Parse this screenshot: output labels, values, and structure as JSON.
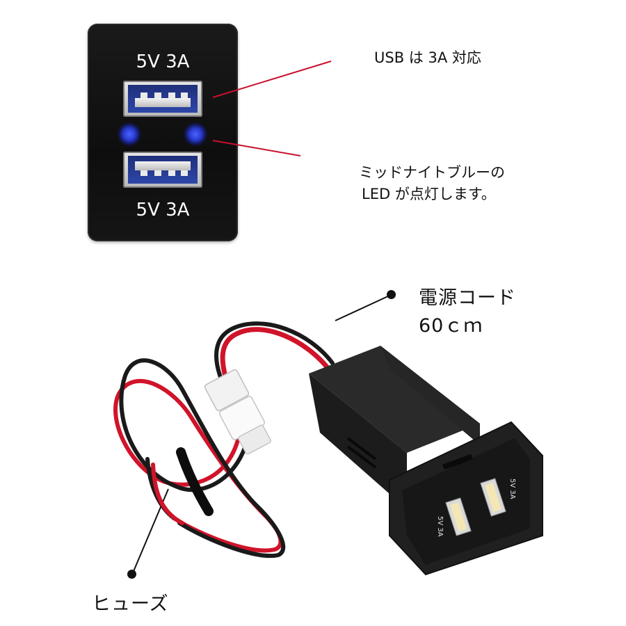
{
  "panel": {
    "top_label": "5V 3A",
    "bottom_label": "5V 3A"
  },
  "annotations": {
    "usb_support": "USB は 3A 対応",
    "led_line1": "ミッドナイトブルーの",
    "led_line2": "LED が点灯します。",
    "cord_line1": "電源コード",
    "cord_line2": "60ｃｍ",
    "fuse": "ヒューズ"
  },
  "device": {
    "port1_label": "5V 3A",
    "port2_label": "5V 3A"
  },
  "colors": {
    "led_blue": "#3346e6",
    "leader_red": "#c8102e",
    "wire_red": "#d0142a",
    "wire_black": "#1a1a1a",
    "housing": "#1c1c1c"
  }
}
